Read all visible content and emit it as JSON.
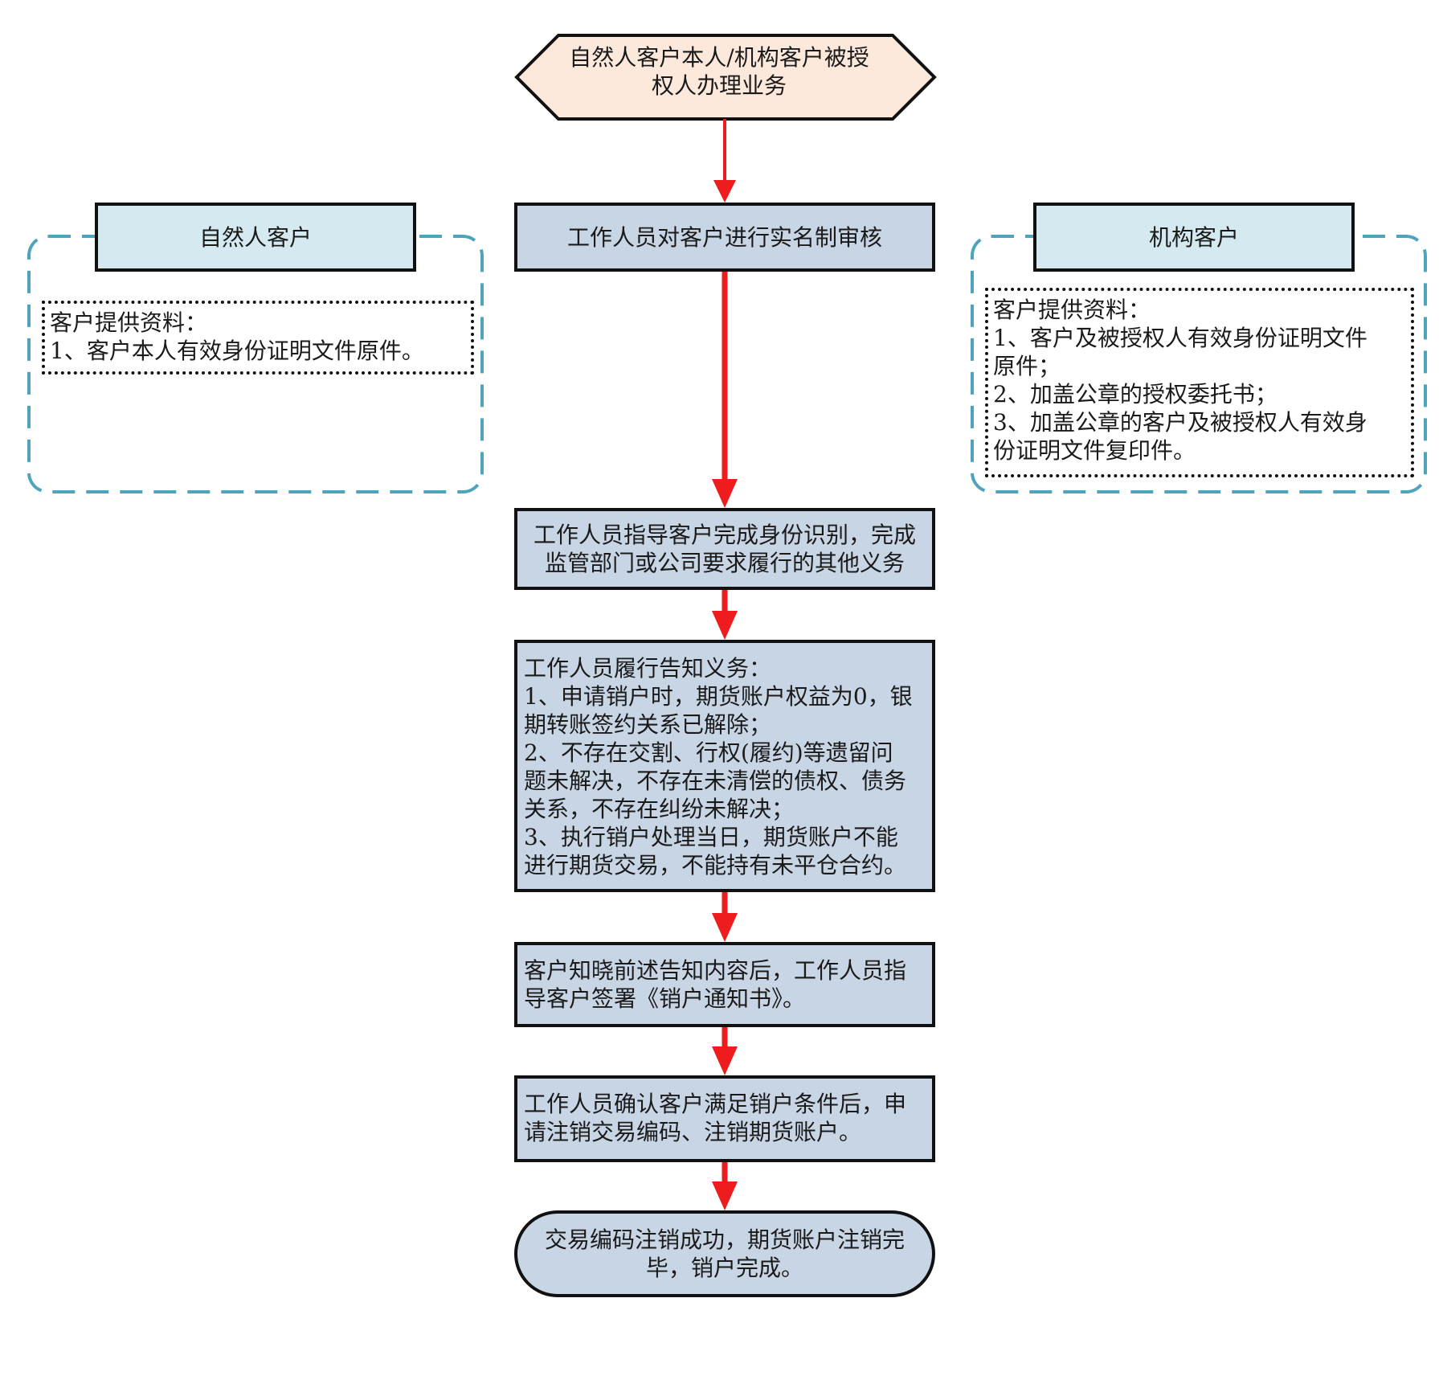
{
  "start": {
    "lines": [
      "自然人客户本人/机构客户被授",
      "权人办理业务"
    ]
  },
  "left_panel": {
    "header": "自然人客户",
    "materials": [
      "客户提供资料：",
      "1、客户本人有效身份证明文件原件。"
    ]
  },
  "right_panel": {
    "header": "机构客户",
    "materials": [
      "客户提供资料：",
      "1、客户及被授权人有效身份证明文件",
      "原件；",
      "2、加盖公章的授权委托书；",
      "3、加盖公章的客户及被授权人有效身",
      "份证明文件复印件。"
    ]
  },
  "steps": [
    {
      "lines": [
        "工作人员对客户进行实名制审核"
      ]
    },
    {
      "lines": [
        "工作人员指导客户完成身份识别，完成",
        "监管部门或公司要求履行的其他义务"
      ]
    },
    {
      "lines": [
        "工作人员履行告知义务：",
        "1、申请销户时，期货账户权益为0，银",
        "期转账签约关系已解除；",
        "2、不存在交割、行权(履约)等遗留问",
        "题未解决，不存在未清偿的债权、债务",
        "关系，不存在纠纷未解决；",
        "3、执行销户处理当日，期货账户不能",
        "进行期货交易，不能持有未平仓合约。"
      ]
    },
    {
      "lines": [
        "客户知晓前述告知内容后，工作人员指",
        "导客户签署《销户通知书》。"
      ]
    },
    {
      "lines": [
        "工作人员确认客户满足销户条件后，申",
        "请注销交易编码、注销期货账户。"
      ]
    }
  ],
  "end": {
    "lines": [
      "交易编码注销成功，期货账户注销完",
      "毕，销户完成。"
    ]
  },
  "colors": {
    "arrow": "#ee1c1c",
    "box_fill": "#c8d5e4",
    "header_fill": "#d4eaf0",
    "start_fill": "#fce9dc",
    "group_border": "#4ea5bb"
  }
}
